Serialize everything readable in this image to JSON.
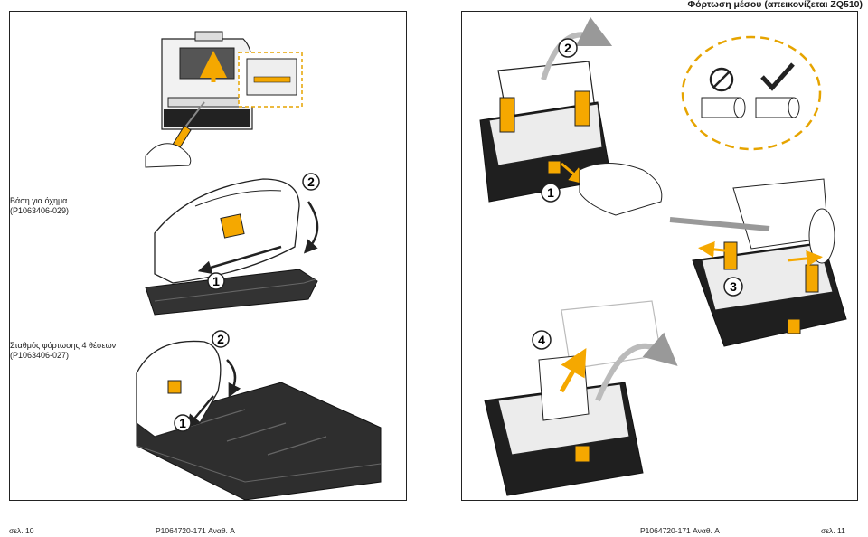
{
  "header": {
    "title": "Φόρτωση μέσου (απεικονίζεται ZQ510)"
  },
  "left": {
    "vehicle_caption": [
      "Βάση για όχημα",
      "(P1063406-029)"
    ],
    "station_caption": [
      "Σταθμός φόρτωσης 4 θέσεων",
      "(P1063406-027)"
    ],
    "vehicle_steps": [
      "1",
      "2"
    ],
    "station_steps": [
      "1",
      "2"
    ]
  },
  "right": {
    "steps": [
      "1",
      "2",
      "3",
      "4"
    ]
  },
  "footer": {
    "left_page": "σελ. 10",
    "left_doc": "P1064720-171 Αναθ. A",
    "right_doc": "P1064720-171 Αναθ. A",
    "right_page": "σελ. 11"
  },
  "colors": {
    "accent": "#f5a800",
    "dark": "#1a1a1a",
    "dashed": "#e6a400"
  },
  "icons": [
    "screwdriver-icon",
    "hand-icon",
    "rotate-arrow-icon",
    "no-sign-icon",
    "checkmark-icon",
    "paper-roll-icon"
  ]
}
